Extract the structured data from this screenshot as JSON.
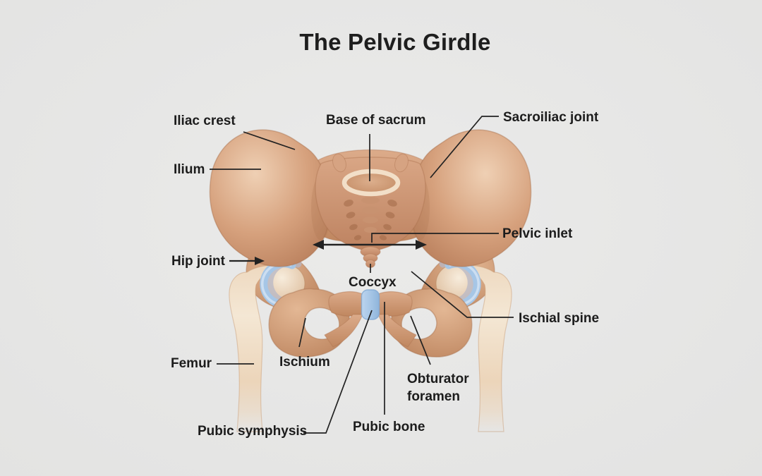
{
  "title": "The Pelvic Girdle",
  "labels": {
    "iliac_crest": "Iliac crest",
    "ilium": "Ilium",
    "base_of_sacrum": "Base of sacrum",
    "sacroiliac_joint": "Sacroiliac joint",
    "pelvic_inlet": "Pelvic inlet",
    "hip_joint": "Hip joint",
    "coccyx": "Coccyx",
    "ischial_spine": "Ischial spine",
    "femur": "Femur",
    "ischium": "Ischium",
    "obturator_foramen": "Obturator foramen",
    "pubic_symphysis": "Pubic symphysis",
    "pubic_bone": "Pubic bone"
  },
  "colors": {
    "background": "#e6e6e5",
    "bone_mid": "#cf9b78",
    "bone_dark": "#aa714e",
    "bone_light": "#eecdb0",
    "femur_light": "#f2e3cf",
    "sacrum_ring_cream": "#f2dfc8",
    "cartilage_blue": "#a6c6e6",
    "cartilage_gray": "#b7b7c6",
    "leader_line": "#222222",
    "text": "#1c1c1c"
  }
}
